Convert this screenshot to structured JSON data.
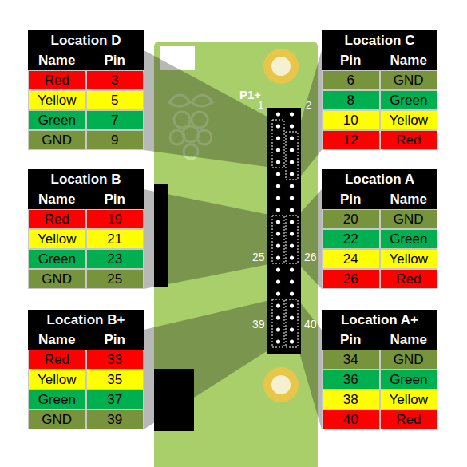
{
  "diagram": {
    "labels": [
      "Location D",
      "Name",
      "Pin",
      "Red",
      "3",
      "Yellow",
      "5",
      "Green",
      "7",
      "GND",
      "9",
      "Location C",
      "Pin",
      "Name",
      "6",
      "GND",
      "8",
      "Green",
      "10",
      "Yellow",
      "12",
      "Red",
      "Location B",
      "Name",
      "Pin",
      "Red",
      "19",
      "Yellow",
      "21",
      "Green",
      "23",
      "GND",
      "25",
      "Location A",
      "Pin",
      "Name",
      "20",
      "GND",
      "22",
      "Green",
      "24",
      "Yellow",
      "26",
      "Red",
      "Location B+",
      "Name",
      "Pin",
      "Red",
      "33",
      "Yellow",
      "35",
      "Green",
      "37",
      "GND",
      "39",
      "Location A+",
      "Pin",
      "Name",
      "34",
      "GND",
      "36",
      "Green",
      "38",
      "Yellow",
      "40",
      "Red",
      "P1+",
      "1",
      "2",
      "25",
      "26",
      "39",
      "40"
    ]
  }
}
